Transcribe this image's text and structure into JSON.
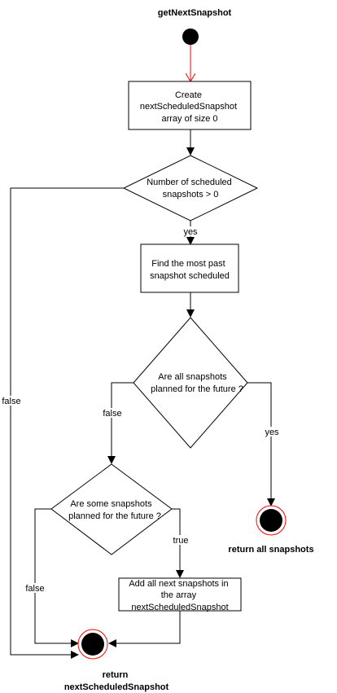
{
  "title": "getNextSnapshot",
  "nodes": {
    "create_array": [
      "Create",
      "nextScheduledSnapshot",
      "array of size 0"
    ],
    "decision_count": [
      "Number of scheduled",
      "snapshots > 0"
    ],
    "find_past": [
      "Find the most past",
      "snapshot scheduled"
    ],
    "decision_all_future": [
      "Are all snapshots",
      "planned  for the future ?"
    ],
    "decision_some_future": [
      "Are some snapshots",
      "planned for the future ?"
    ],
    "add_next": [
      "Add all next snapshots in",
      "the array",
      "nextScheduledSnapshot"
    ]
  },
  "edge_labels": {
    "yes_count": "yes",
    "false_count": "false",
    "false_all": "false",
    "yes_all": "yes",
    "true_some": "true",
    "false_some": "false"
  },
  "end_labels": {
    "return_all": "return all snapshots",
    "return_next": [
      "return",
      "nextScheduledSnapshot"
    ]
  },
  "colors": {
    "stroke": "#000000",
    "start_arrow": "#ff0000",
    "end_ring": "#ff0000",
    "node_fill": "#ffffff",
    "dot_fill": "#000000"
  }
}
